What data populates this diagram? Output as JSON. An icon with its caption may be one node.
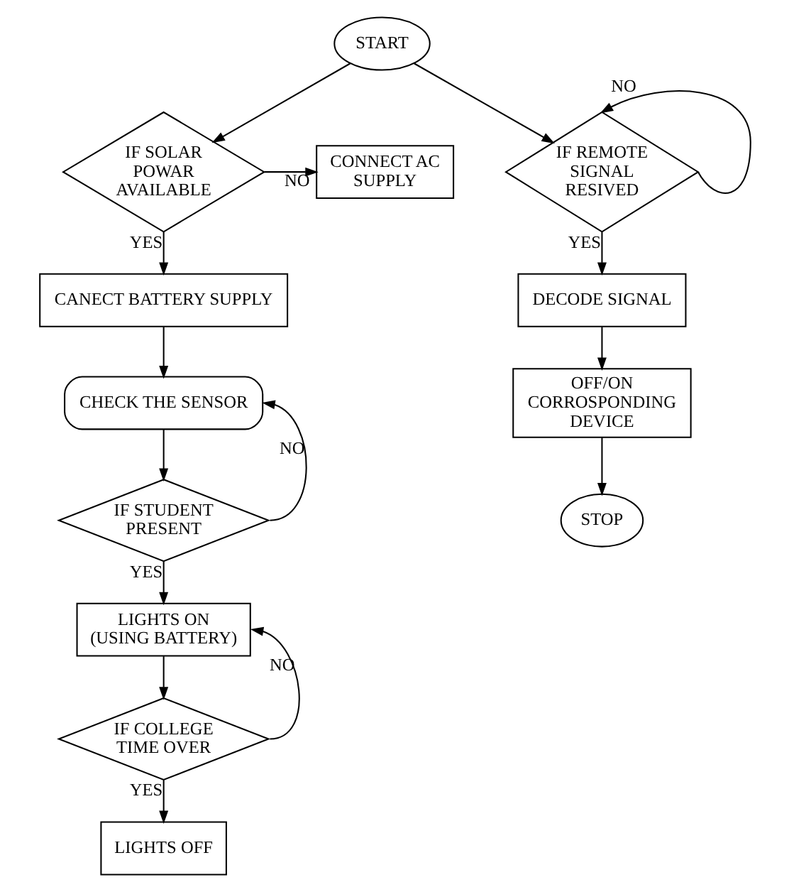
{
  "diagram": {
    "nodes": [
      {
        "text": [
          "START"
        ]
      },
      {
        "text": [
          "IF SOLAR POWAR AVAILABLE"
        ]
      },
      {
        "text": [
          "CONNECT AC SUPPLY"
        ]
      },
      {
        "text": [
          "CANECT BATTERY SUPPLY"
        ]
      },
      {
        "text": [
          "CHECK THE SENSOR"
        ]
      },
      {
        "text": [
          "IF STUDENT PRESENT"
        ]
      },
      {
        "text": [
          "LIGHTS ON",
          "(USING BATTERY)"
        ]
      },
      {
        "text": [
          "IF COLLEGE TIME OVER"
        ]
      },
      {
        "text": [
          "LIGHTS OFF"
        ]
      },
      {
        "text": [
          "IF REMOTE SIGNAL RESIVED"
        ]
      },
      {
        "text": [
          "DECODE SIGNAL"
        ]
      },
      {
        "text": [
          "OFF/ON CORROSPONDING DEVICE"
        ]
      },
      {
        "text": [
          "STOP"
        ]
      }
    ],
    "edges": [
      {
        "from": 0,
        "to": 1,
        "arrow": "to"
      },
      {
        "from": 1,
        "to": 2,
        "arrow": "to",
        "label": "NO"
      },
      {
        "from": 1,
        "to": 3,
        "arrow": "to",
        "label": "YES"
      },
      {
        "from": 3,
        "to": 4,
        "arrow": "to"
      },
      {
        "from": 4,
        "to": 5,
        "arrow": "to"
      },
      {
        "from": 5,
        "to": 4,
        "arrow": "to",
        "label": "NO"
      },
      {
        "from": 5,
        "to": 6,
        "arrow": "to",
        "label": "YES"
      },
      {
        "from": 6,
        "to": 7,
        "arrow": "to"
      },
      {
        "from": 7,
        "to": 6,
        "arrow": "to",
        "label": "NO"
      },
      {
        "from": 7,
        "to": 8,
        "arrow": "to",
        "label": "YES"
      },
      {
        "from": 0,
        "to": 9,
        "arrow": "to"
      },
      {
        "from": 9,
        "to": 9,
        "arrow": "to",
        "label": "NO"
      },
      {
        "from": 9,
        "to": 10,
        "arrow": "to",
        "label": "YES"
      },
      {
        "from": 10,
        "to": 11,
        "arrow": "to"
      },
      {
        "from": 11,
        "to": 12,
        "arrow": "to"
      }
    ]
  }
}
